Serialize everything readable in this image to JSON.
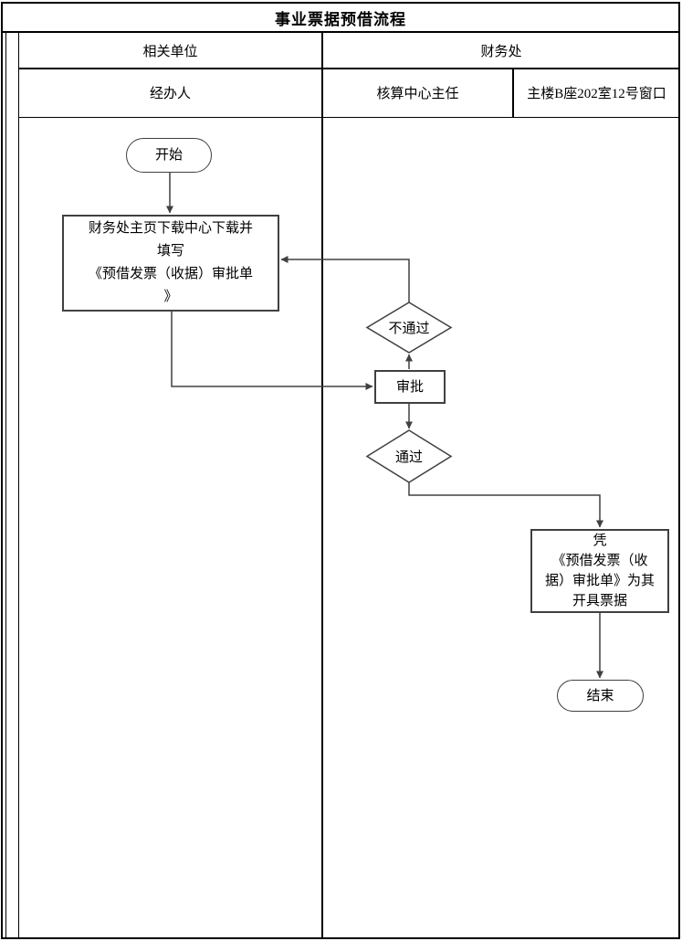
{
  "title": "事业票据预借流程",
  "swimlanes": {
    "top_row": [
      {
        "label": "相关单位"
      },
      {
        "label": "财务处"
      }
    ],
    "sub_row": [
      {
        "label": "经办人"
      },
      {
        "label": "核算中心主任"
      },
      {
        "label": "主楼B座202室12号窗口"
      }
    ]
  },
  "flowchart": {
    "start": {
      "shape": "terminator",
      "label": "开始"
    },
    "fill_form": {
      "shape": "process",
      "label": "财务处主页下载中心下载并\n填写\n《预借发票（收据）审批单\n》"
    },
    "not_pass": {
      "shape": "decision",
      "label": "不通过"
    },
    "approve": {
      "shape": "process",
      "label": "审批"
    },
    "pass": {
      "shape": "decision",
      "label": "通过"
    },
    "issue": {
      "shape": "process",
      "label": "凭\n《预借发票（收\n据）审批单》为其\n开具票据"
    },
    "end": {
      "shape": "terminator",
      "label": "结束"
    }
  },
  "colors": {
    "flow_line": "#404040",
    "table_line": "#000000",
    "background": "#ffffff",
    "text": "#000000"
  }
}
